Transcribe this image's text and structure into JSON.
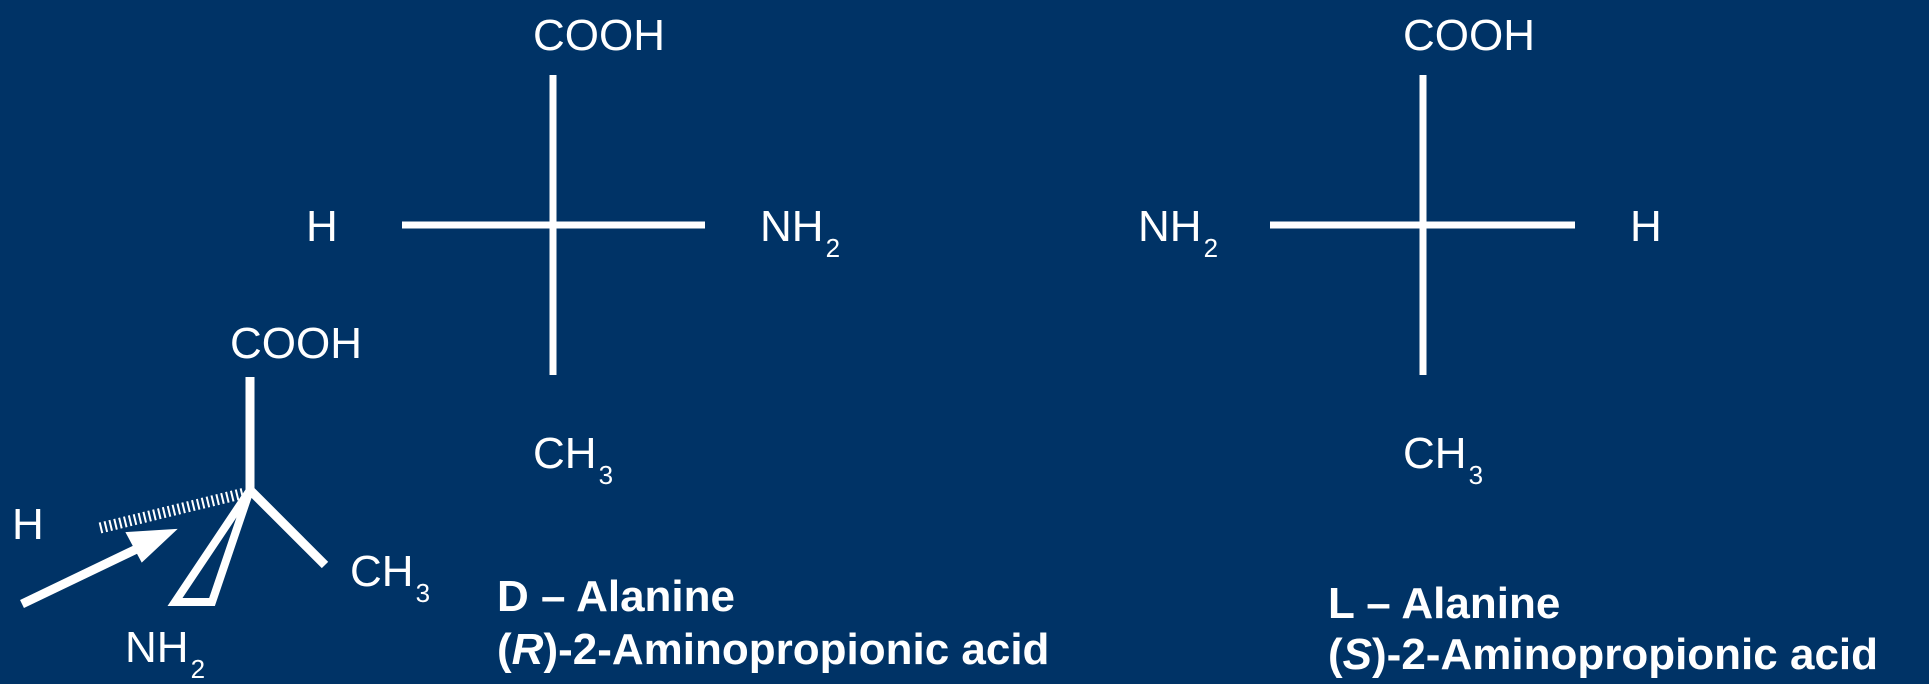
{
  "colors": {
    "background": "#003366",
    "foreground": "#ffffff"
  },
  "fischer_d": {
    "top": "COOH",
    "left": "H",
    "right_base": "NH",
    "right_sub": "2",
    "bottom_base": "CH",
    "bottom_sub": "3"
  },
  "fischer_l": {
    "top": "COOH",
    "left_base": "NH",
    "left_sub": "2",
    "right": "H",
    "bottom_base": "CH",
    "bottom_sub": "3"
  },
  "wedge": {
    "top": "COOH",
    "left": "H",
    "right_base": "CH",
    "right_sub": "3",
    "bottom_base": "NH",
    "bottom_sub": "2"
  },
  "names": {
    "d_title": "D – Alanine",
    "d_prefix": "(",
    "d_config": "R",
    "d_suffix": ")-2-Aminopropionic acid",
    "l_title": "L – Alanine",
    "l_prefix": "(",
    "l_config": "S",
    "l_suffix": ")-2-Aminopropionic acid"
  }
}
